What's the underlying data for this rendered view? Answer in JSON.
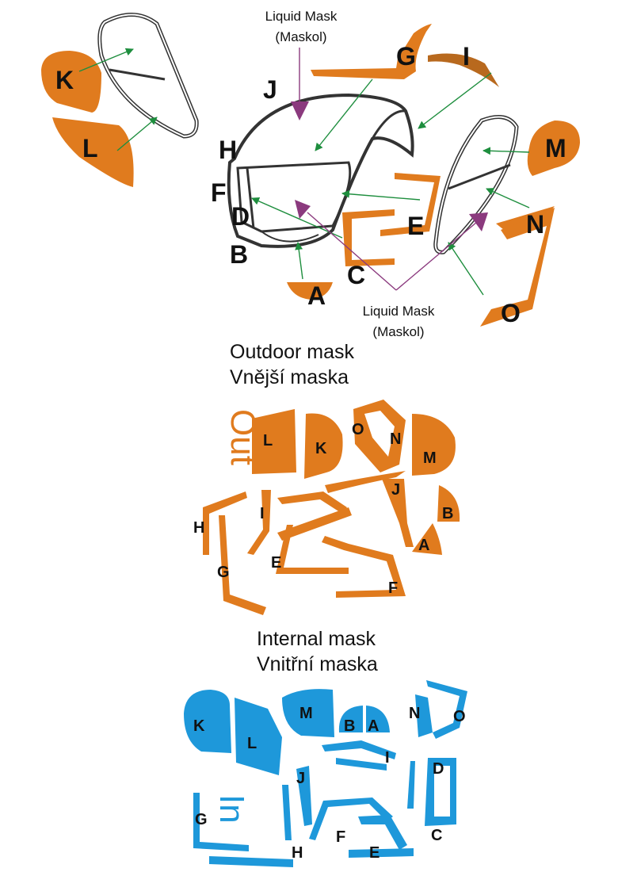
{
  "colors": {
    "outdoor": "#E07B1E",
    "internal": "#1E98DA",
    "part_i": "#B8691E",
    "arrow_green": "#1E8E3E",
    "arrow_purple": "#8B3A7E",
    "outline": "#333333"
  },
  "diagram": {
    "note_top": {
      "line1": "Liquid Mask",
      "line2": "(Maskol)"
    },
    "note_bottom": {
      "line1": "Liquid Mask",
      "line2": "(Maskol)"
    },
    "labels": {
      "A": "A",
      "B": "B",
      "C": "C",
      "D": "D",
      "E": "E",
      "F": "F",
      "G": "G",
      "H": "H",
      "I": "I",
      "J": "J",
      "K": "K",
      "L": "L",
      "M": "M",
      "N": "N",
      "O": "O"
    }
  },
  "outdoor": {
    "heading_en": "Outdoor mask",
    "heading_cz": "Vnější maska",
    "side_word": "Out"
  },
  "internal": {
    "heading_en": "Internal mask",
    "heading_cz": "Vnitřní maska",
    "side_word": "In"
  }
}
